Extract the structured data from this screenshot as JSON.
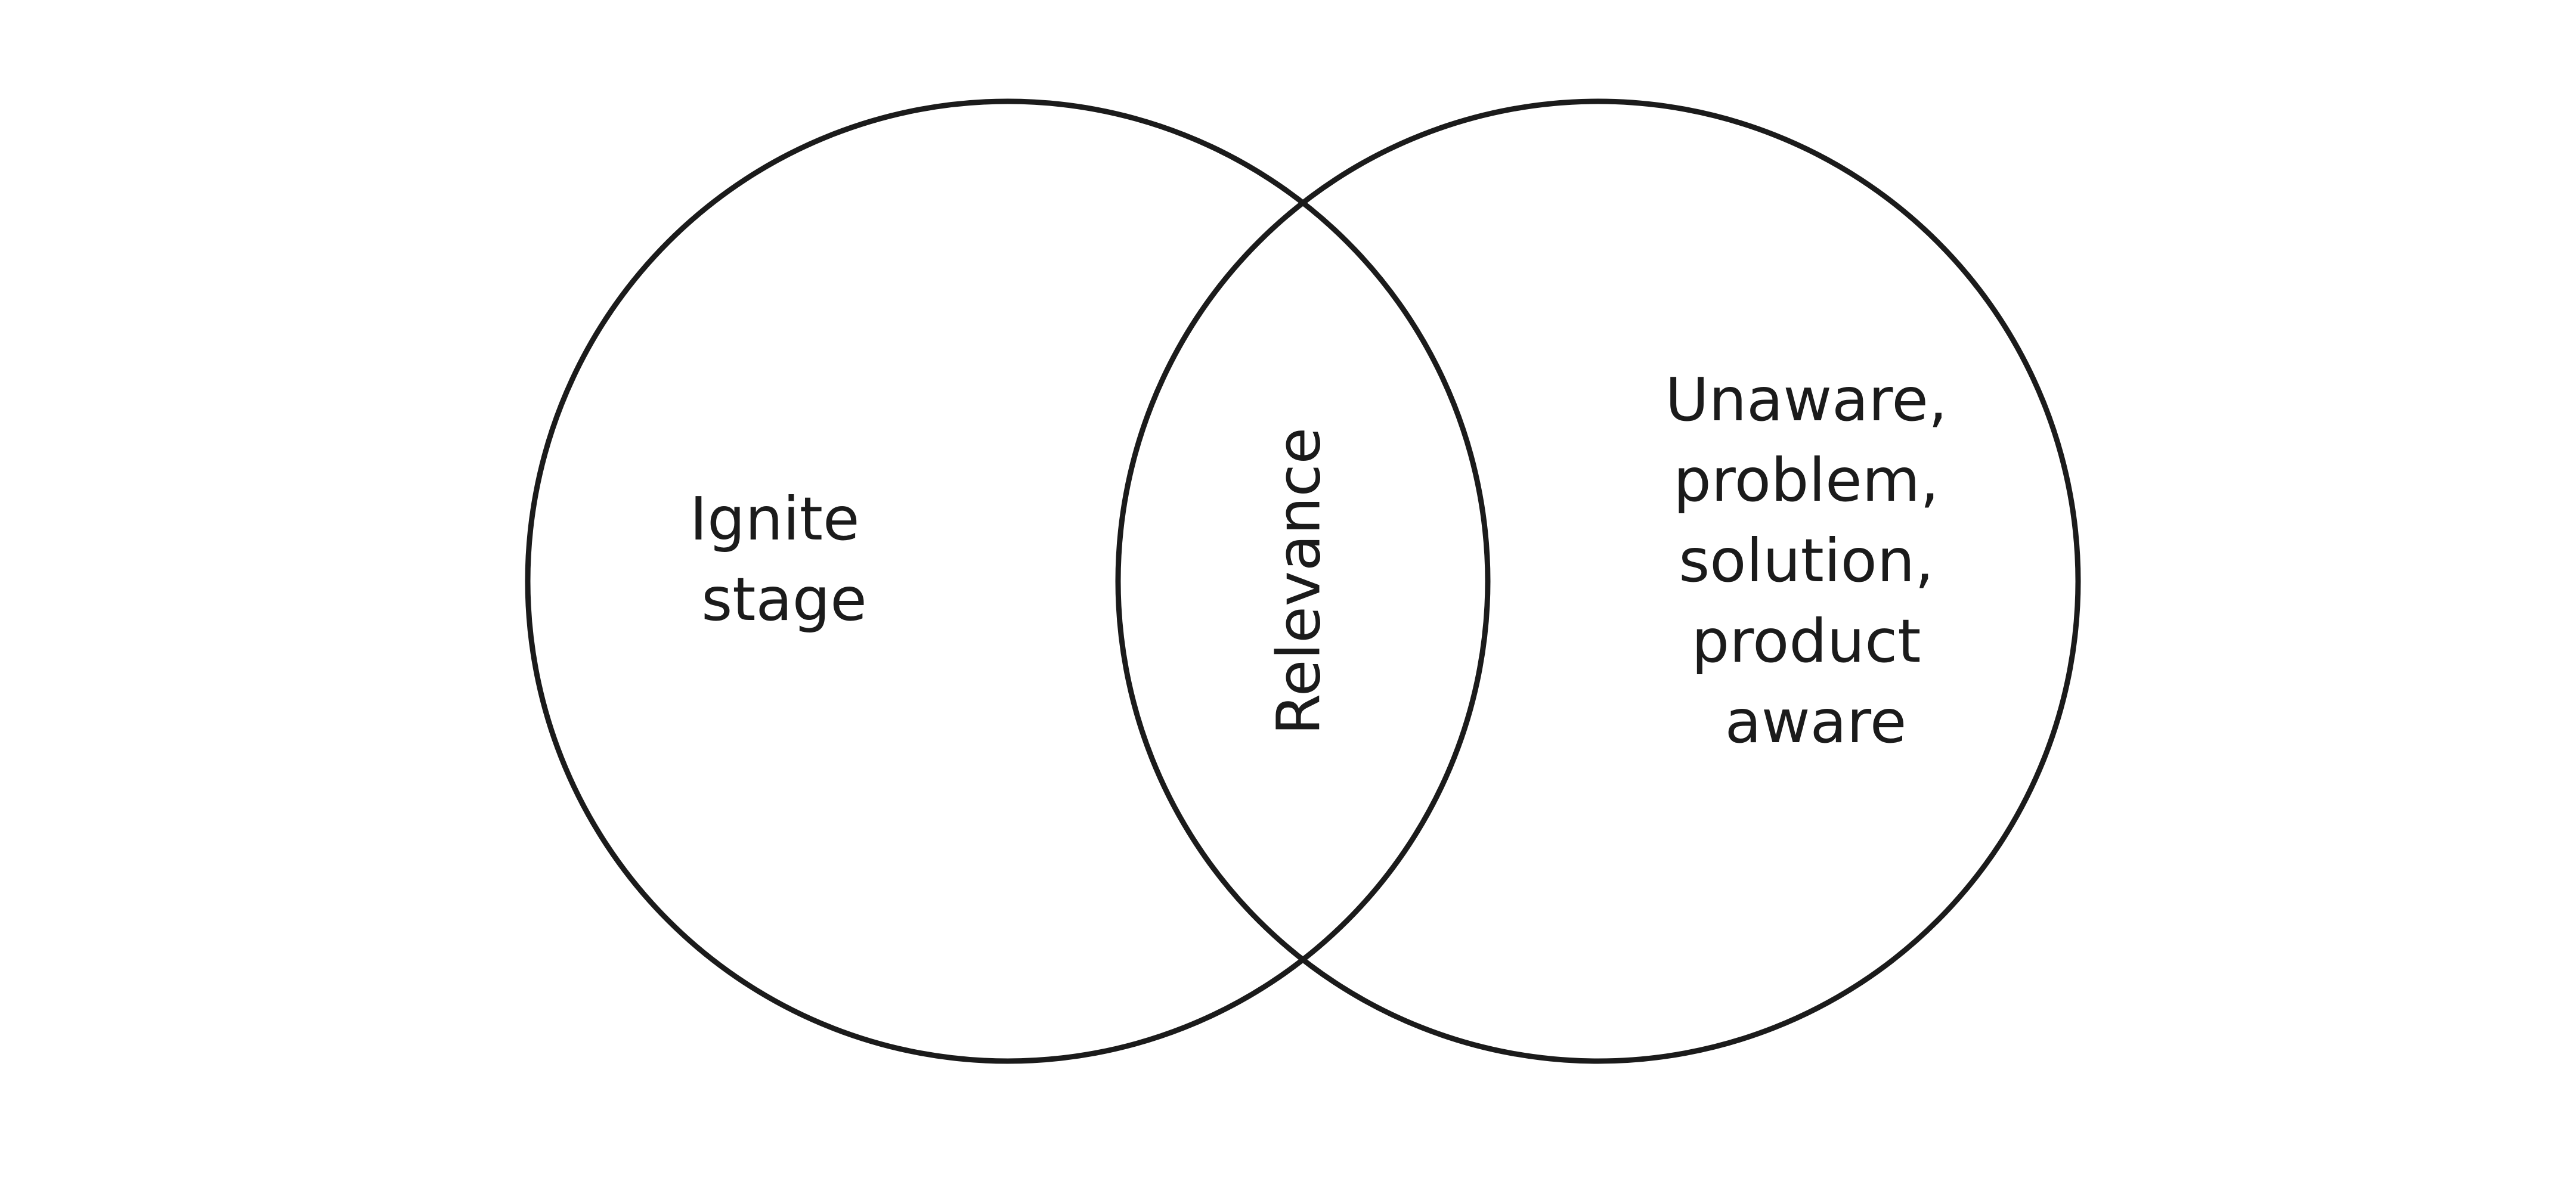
{
  "diagram": {
    "type": "venn",
    "stroke_color": "#1b1b1b",
    "background_color": "#ffffff",
    "left_set": {
      "lines": [
        "Ignite",
        "stage"
      ]
    },
    "intersection": {
      "label": "Relevance"
    },
    "right_set": {
      "lines": [
        "Unaware,",
        "problem,",
        "solution,",
        "product",
        "aware"
      ]
    }
  }
}
